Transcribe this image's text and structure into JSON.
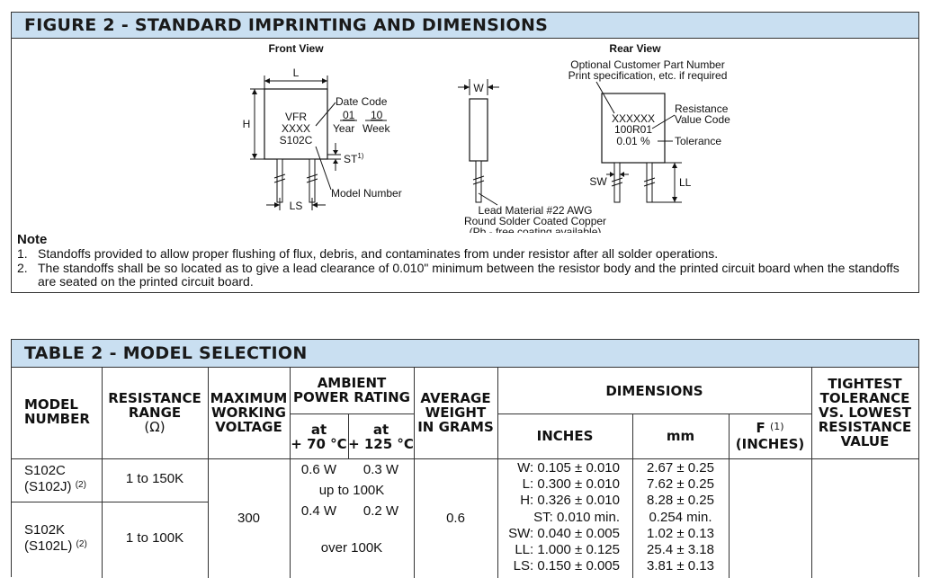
{
  "figure": {
    "title": "FIGURE 2 - STANDARD IMPRINTING AND DIMENSIONS",
    "front_view": {
      "label": "Front View",
      "dim_L": "L",
      "dim_H": "H",
      "dim_LS": "LS",
      "dim_ST": "ST",
      "st_sup": "1)",
      "body_lines": [
        "VFR",
        "XXXX",
        "S102C"
      ],
      "date_code_label": "Date Code",
      "date_year_value": "01",
      "date_week_value": "10",
      "year_label": "Year",
      "week_label": "Week",
      "model_number_label": "Model Number"
    },
    "side_view": {
      "dim_W": "W",
      "lead_lines": [
        "Lead Material #22 AWG",
        "Round Solder Coated Copper",
        "(Pb - free coating available)"
      ]
    },
    "rear_view": {
      "label": "Rear View",
      "customer_lines": [
        "Optional Customer Part Number",
        "Print specification, etc. if required"
      ],
      "body_lines": [
        "XXXXXX",
        "100R01",
        "0.01 %"
      ],
      "resistance_lines": [
        "Resistance",
        "Value Code"
      ],
      "tolerance_label": "Tolerance",
      "dim_SW": "SW",
      "dim_LL": "LL"
    },
    "note": {
      "title": "Note",
      "items": [
        {
          "num": "1.",
          "text": "Standoffs provided to allow proper flushing of flux, debris, and contaminates from under resistor after all solder operations."
        },
        {
          "num": "2.",
          "text": "The standoffs shall be so located as to give a lead clearance of 0.010\" minimum between the resistor body and the printed circuit board when the standoffs are seated on the printed circuit board."
        }
      ]
    }
  },
  "table": {
    "title": "TABLE 2 - MODEL SELECTION",
    "headers": {
      "model": [
        "MODEL",
        "NUMBER"
      ],
      "resistance": [
        "RESISTANCE",
        "RANGE",
        "(Ω)"
      ],
      "voltage": [
        "MAXIMUM",
        "WORKING",
        "VOLTAGE"
      ],
      "power": [
        "AMBIENT",
        "POWER RATING"
      ],
      "power_70": [
        "at",
        "+ 70 °C"
      ],
      "power_125": [
        "at",
        "+ 125 °C"
      ],
      "weight": [
        "AVERAGE",
        "WEIGHT",
        "IN GRAMS"
      ],
      "dimensions": "DIMENSIONS",
      "inches": "INCHES",
      "mm": "mm",
      "f_label": "F",
      "f_sup": "(1)",
      "f_units": "(INCHES)",
      "tolerance": [
        "TIGHTEST",
        "TOLERANCE",
        "VS. LOWEST",
        "RESISTANCE",
        "VALUE"
      ]
    },
    "rows": [
      {
        "model": "S102C",
        "model_alt": "(S102J)",
        "model_sup": "(2)",
        "range": "1 to 150K",
        "power_70": "0.6 W",
        "power_125": "0.3 W",
        "power_note": "up to 100K"
      },
      {
        "model": "S102K",
        "model_alt": "(S102L)",
        "model_sup": "(2)",
        "range": "1 to 100K",
        "power_70": "0.4 W",
        "power_125": "0.2 W",
        "power_note": "over 100K"
      }
    ],
    "voltage": "300",
    "weight": "0.6",
    "dimensions_list": [
      {
        "inches": "W: 0.105 ± 0.010",
        "mm": "2.67 ± 0.25"
      },
      {
        "inches": "L: 0.300 ± 0.010",
        "mm": "7.62 ± 0.25"
      },
      {
        "inches": "H: 0.326 ± 0.010",
        "mm": "8.28 ± 0.25"
      },
      {
        "inches": "ST: 0.010 min.",
        "mm": "0.254 min."
      },
      {
        "inches": "SW: 0.040 ± 0.005",
        "mm": "1.02 ± 0.13"
      },
      {
        "inches": "LL: 1.000 ± 0.125",
        "mm": "25.4 ± 3.18"
      },
      {
        "inches": "LS: 0.150 ± 0.005",
        "mm": "3.81 ± 0.13"
      }
    ]
  }
}
